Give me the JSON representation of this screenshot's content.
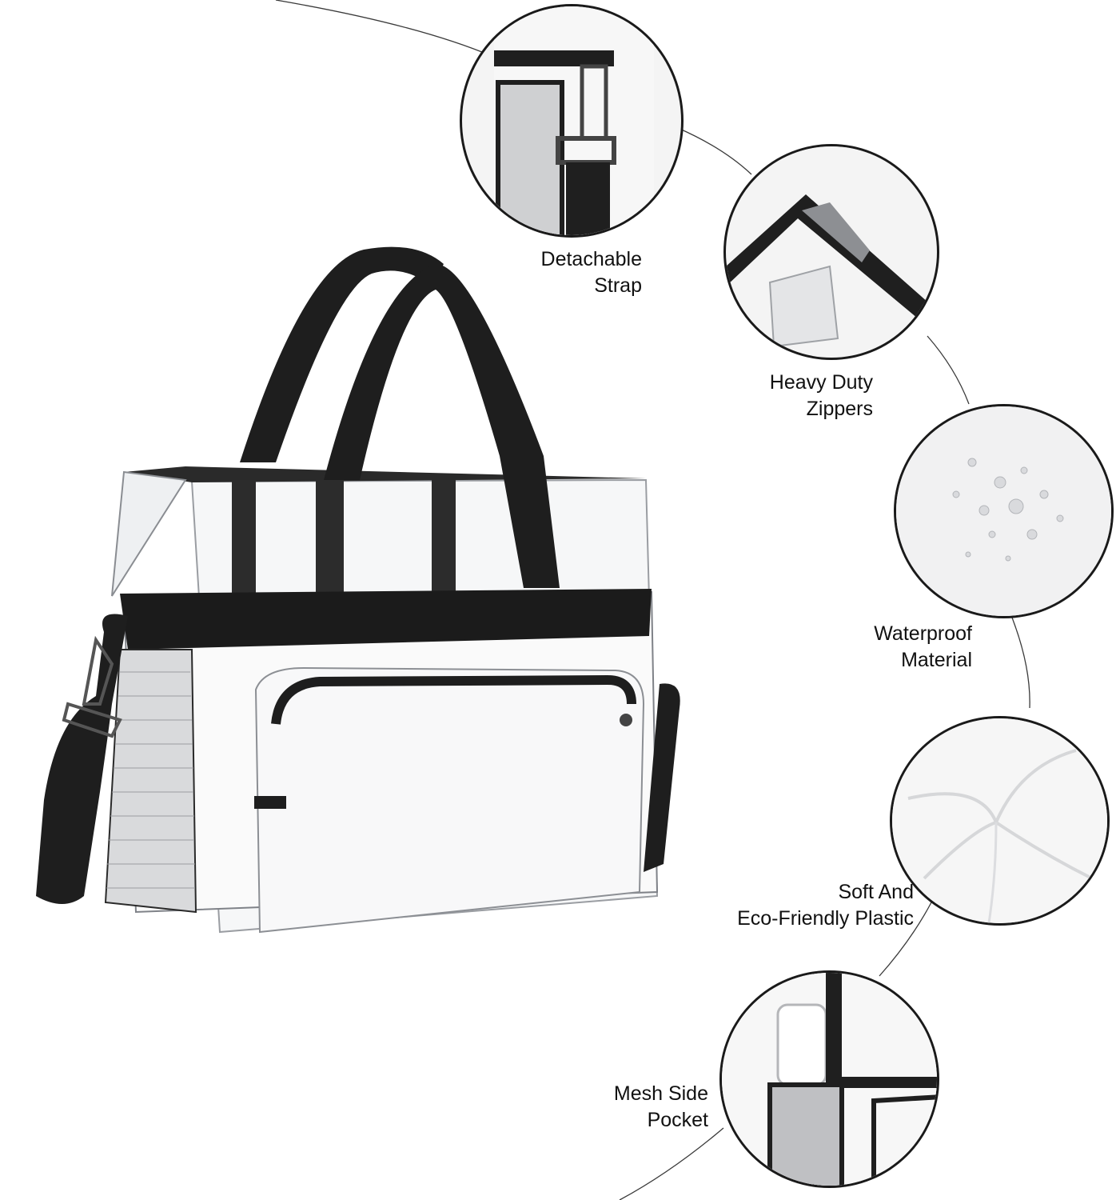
{
  "colors": {
    "background": "#ffffff",
    "strap": "#1e1e1e",
    "pvc_edge": "#8a8d92",
    "text": "#111111",
    "connector_line": "#3a3a3a"
  },
  "features": [
    {
      "id": "strap",
      "lines": [
        "Detachable",
        "Strap"
      ]
    },
    {
      "id": "zippers",
      "lines": [
        "Heavy Duty",
        "Zippers"
      ]
    },
    {
      "id": "waterproof",
      "lines": [
        "Waterproof",
        "Material"
      ]
    },
    {
      "id": "plastic",
      "lines": [
        "Soft And",
        "Eco-Friendly Plastic"
      ]
    },
    {
      "id": "pocket",
      "lines": [
        "Mesh Side",
        "Pocket"
      ]
    }
  ]
}
